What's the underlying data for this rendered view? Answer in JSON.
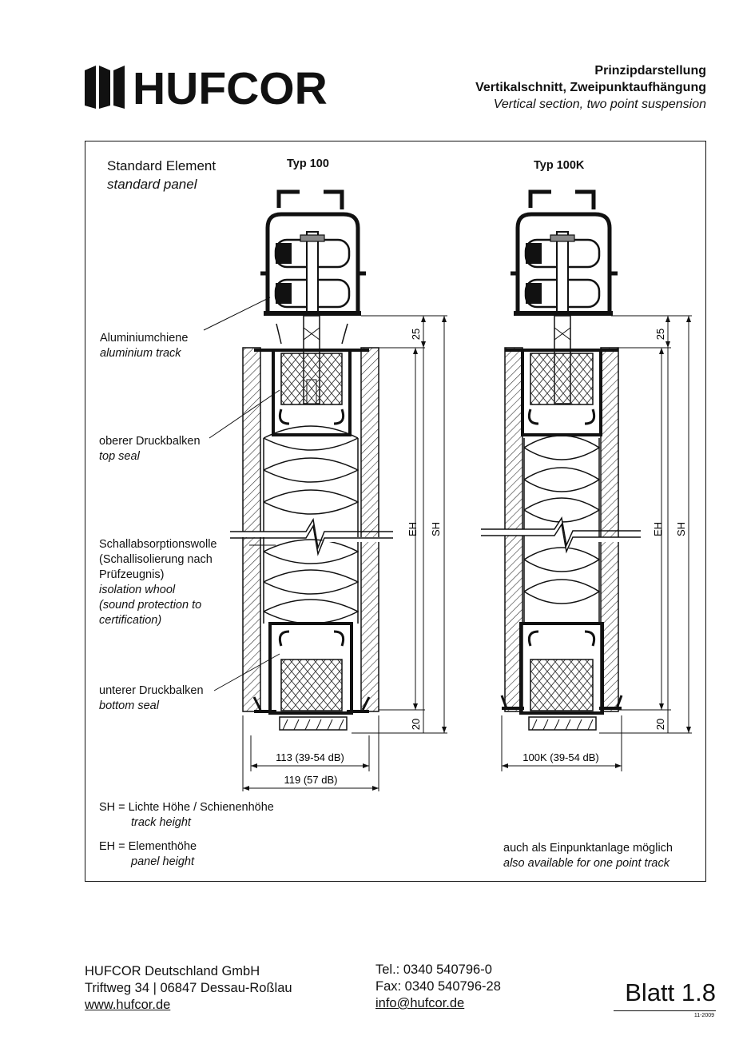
{
  "header": {
    "brand": "HUFCOR",
    "title_de_1": "Prinzipdarstellung",
    "title_de_2": "Vertikalschnitt, Zweipunktaufhängung",
    "title_en": "Vertical section, two point suspension"
  },
  "drawing": {
    "standard_de": "Standard Element",
    "standard_en": "standard panel",
    "type_a": "Typ 100",
    "type_b": "Typ 100K",
    "labels": {
      "track_de": "Aluminiumchiene",
      "track_en": "aluminium track",
      "top_seal_de": "oberer Druckbalken",
      "top_seal_en": "top seal",
      "wool_de_1": "Schallabsorptionswolle",
      "wool_de_2": "(Schallisolierung nach",
      "wool_de_3": "Prüfzeugnis)",
      "wool_en_1": "isolation whool",
      "wool_en_2": "(sound protection to",
      "wool_en_3": "certification)",
      "bottom_seal_de": "unterer Druckbalken",
      "bottom_seal_en": "bottom seal"
    },
    "dims": {
      "dim_top": "25",
      "dim_bottom": "20",
      "eh": "EH",
      "sh": "SH",
      "width_a1": "113 (39-54 dB)",
      "width_a2": "119 (57 dB)",
      "width_b": "100K (39-54 dB)"
    },
    "legend": {
      "sh_line": "SH = Lichte Höhe / Schienenhöhe",
      "sh_en": "track height",
      "eh_line": "EH = Elementhöhe",
      "eh_en": "panel height"
    },
    "note_de": "auch als Einpunktanlage möglich",
    "note_en": "also available for one point track"
  },
  "footer": {
    "company": "HUFCOR Deutschland GmbH",
    "address": "Triftweg 34 | 06847 Dessau-Roßlau",
    "web": "www.hufcor.de",
    "tel": "Tel.:  0340 540796-0",
    "fax": "Fax:  0340 540796-28",
    "email": "info@hufcor.de",
    "sheet": "Blatt 1.8",
    "date": "11-2009"
  }
}
